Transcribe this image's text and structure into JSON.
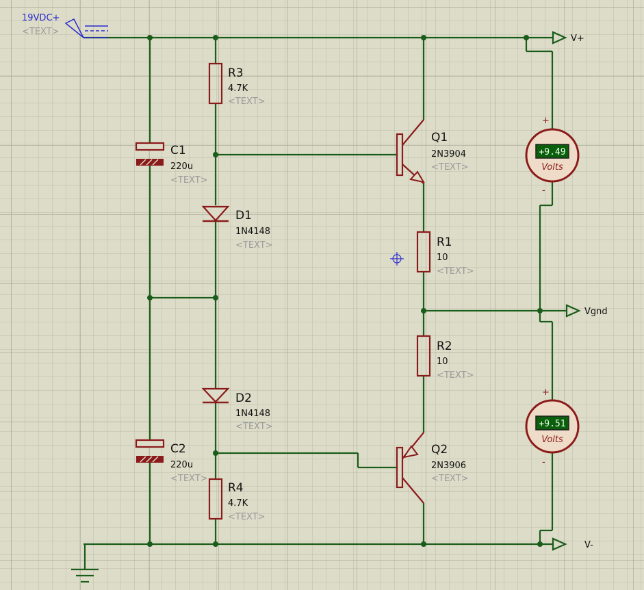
{
  "source": {
    "label": "19VDC+",
    "text": "<TEXT>"
  },
  "terminals": {
    "vplus": "V+",
    "vgnd": "Vgnd",
    "vminus": "V-"
  },
  "components": {
    "R3": {
      "name": "R3",
      "value": "4.7K",
      "text": "<TEXT>"
    },
    "C1": {
      "name": "C1",
      "value": "220u",
      "text": "<TEXT>"
    },
    "D1": {
      "name": "D1",
      "value": "1N4148",
      "text": "<TEXT>"
    },
    "D2": {
      "name": "D2",
      "value": "1N4148",
      "text": "<TEXT>"
    },
    "C2": {
      "name": "C2",
      "value": "220u",
      "text": "<TEXT>"
    },
    "R4": {
      "name": "R4",
      "value": "4.7K",
      "text": "<TEXT>"
    },
    "Q1": {
      "name": "Q1",
      "value": "2N3904",
      "text": "<TEXT>"
    },
    "R1": {
      "name": "R1",
      "value": "10",
      "text": "<TEXT>"
    },
    "R2": {
      "name": "R2",
      "value": "10",
      "text": "<TEXT>"
    },
    "Q2": {
      "name": "Q2",
      "value": "2N3906",
      "text": "<TEXT>"
    }
  },
  "voltmeters": {
    "top": {
      "reading": "+9.49",
      "unit": "Volts",
      "plus": "+",
      "minus": "-"
    },
    "bottom": {
      "reading": "+9.51",
      "unit": "Volts",
      "plus": "+",
      "minus": "-"
    }
  },
  "colors": {
    "wire": "#1a5c1a",
    "component": "#8b1a1a",
    "lcd": "#0b5e0b",
    "source": "#2a2ad0"
  }
}
